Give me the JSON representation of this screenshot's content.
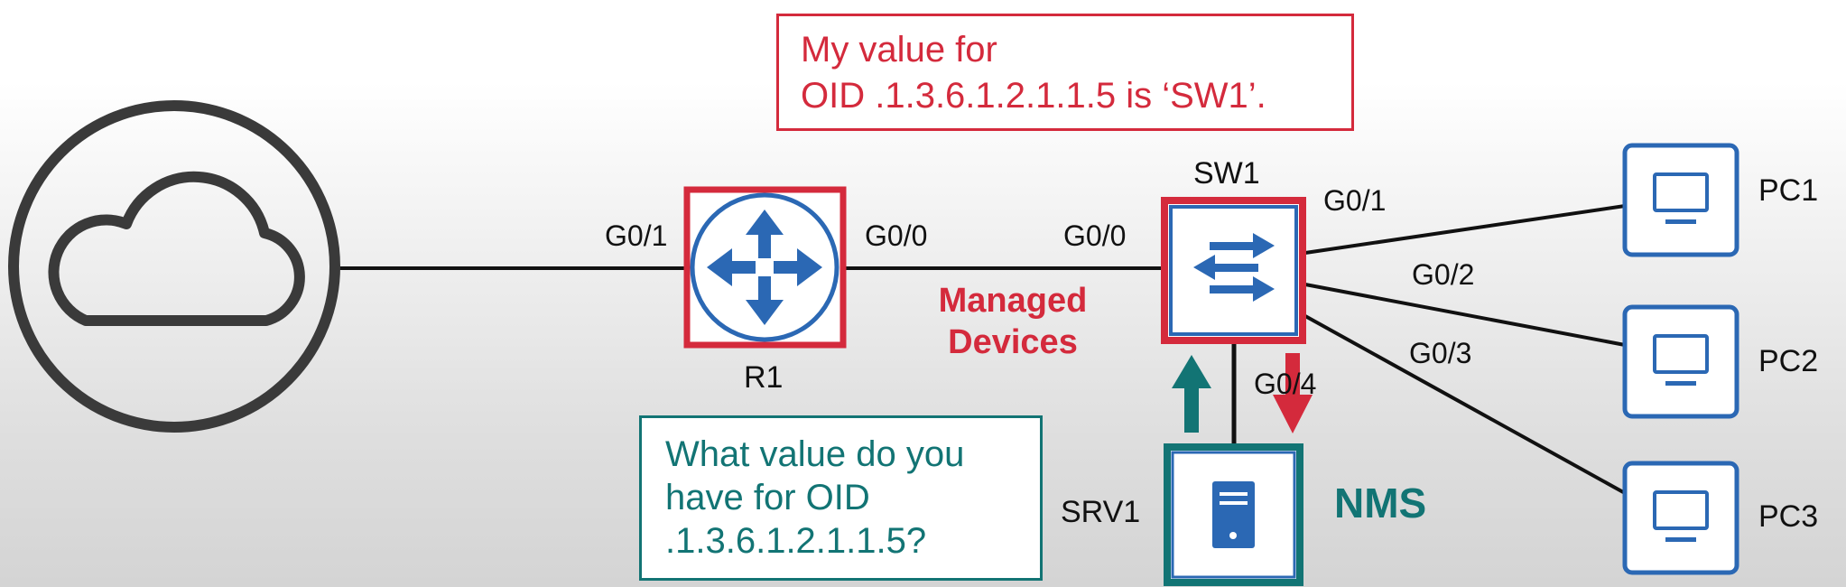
{
  "colors": {
    "managed_red": "#d42a3c",
    "nms_teal": "#127474",
    "device_blue": "#2b68b4",
    "cloud_gray": "#3a3a3a",
    "link_black": "#111111"
  },
  "devices": {
    "router": {
      "name": "R1",
      "icon": "router-icon"
    },
    "switch": {
      "name": "SW1",
      "icon": "switch-icon"
    },
    "server": {
      "name": "SRV1",
      "icon": "server-icon"
    },
    "pcs": [
      {
        "name": "PC1",
        "icon": "pc-icon"
      },
      {
        "name": "PC2",
        "icon": "pc-icon"
      },
      {
        "name": "PC3",
        "icon": "pc-icon"
      }
    ],
    "internet": {
      "icon": "cloud-icon"
    }
  },
  "ports": {
    "r1_g01": "G0/1",
    "r1_g00": "G0/0",
    "sw1_g00": "G0/0",
    "sw1_g01": "G0/1",
    "sw1_g02": "G0/2",
    "sw1_g03": "G0/3",
    "sw1_g04": "G0/4"
  },
  "labels": {
    "managed_devices": [
      "Managed",
      "Devices"
    ],
    "nms": "NMS"
  },
  "messages": {
    "response_lines": [
      "My value for",
      "OID .1.3.6.1.2.1.1.5 is ‘SW1’."
    ],
    "request_lines": [
      "What value do you",
      "have for OID",
      ".1.3.6.1.2.1.1.5?"
    ]
  }
}
